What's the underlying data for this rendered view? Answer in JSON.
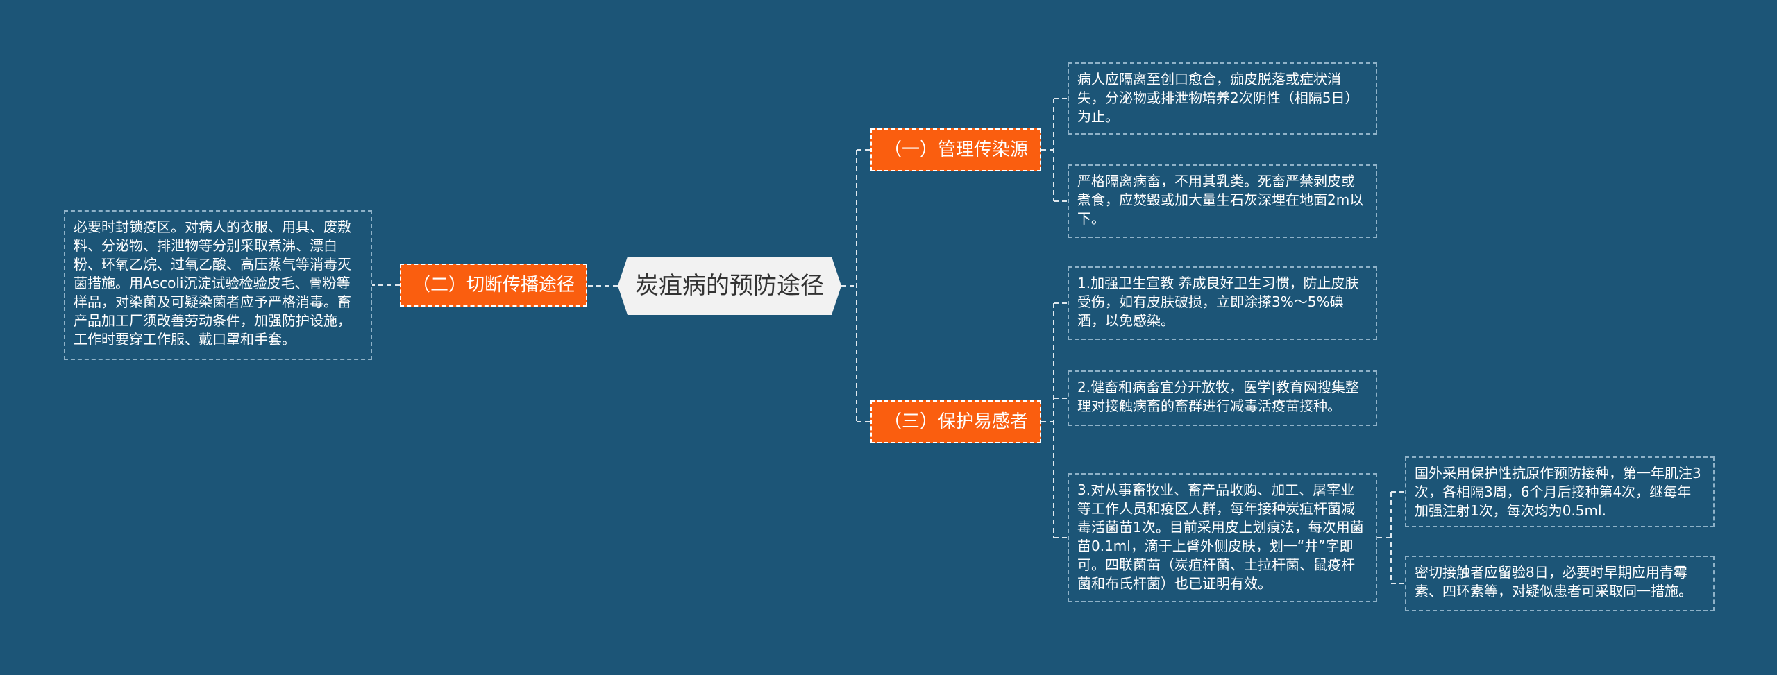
{
  "central": {
    "label": "炭疽病的预防途径"
  },
  "branches": [
    {
      "label": "（一）管理传染源"
    },
    {
      "label": "（二）切断传播途径"
    },
    {
      "label": "（三）保护易感者"
    }
  ],
  "leaves": [
    {
      "text": "病人应隔离至创口愈合，痂皮脱落或症状消失，分泌物或排泄物培养2次阴性（相隔5日）为止。"
    },
    {
      "text": "严格隔离病畜，不用其乳类。死畜严禁剥皮或煮食，应焚毁或加大量生石灰深埋在地面2m以下。"
    },
    {
      "text": "必要时封锁疫区。对病人的衣服、用具、废敷料、分泌物、排泄物等分别采取煮沸、漂白粉、环氧乙烷、过氧乙酸、高压蒸气等消毒灭菌措施。用Ascoli沉淀试验检验皮毛、骨粉等样品，对染菌及可疑染菌者应予严格消毒。畜产品加工厂须改善劳动条件，加强防护设施，工作时要穿工作服、戴口罩和手套。"
    },
    {
      "text": "1.加强卫生宣教 养成良好卫生习惯，防止皮肤受伤，如有皮肤破损，立即涂搽3%～5%碘酒，以免感染。"
    },
    {
      "text": "2.健畜和病畜宜分开放牧，医学|教育网搜集整理对接触病畜的畜群进行减毒活疫苗接种。"
    },
    {
      "text": "3.对从事畜牧业、畜产品收购、加工、屠宰业等工作人员和疫区人群，每年接种炭疽杆菌减毒活菌苗1次。目前采用皮上划痕法，每次用菌苗0.1ml，滴于上臂外侧皮肤，划一“井”字即可。四联菌苗（炭疽杆菌、土拉杆菌、鼠疫杆菌和布氏杆菌）也已证明有效。"
    },
    {
      "text": "国外采用保护性抗原作预防接种，第一年肌注3次，各相隔3周，6个月后接种第4次，继每年加强注射1次，每次均为0.5ml."
    },
    {
      "text": "密切接触者应留验8日，必要时早期应用青霉素、四环素等，对疑似患者可采取同一措施。"
    }
  ],
  "colors": {
    "background": "#1c5577",
    "branch_fill": "#fa5e0f",
    "central_fill": "#f2f2f2",
    "connector": "#dfe8ee"
  }
}
